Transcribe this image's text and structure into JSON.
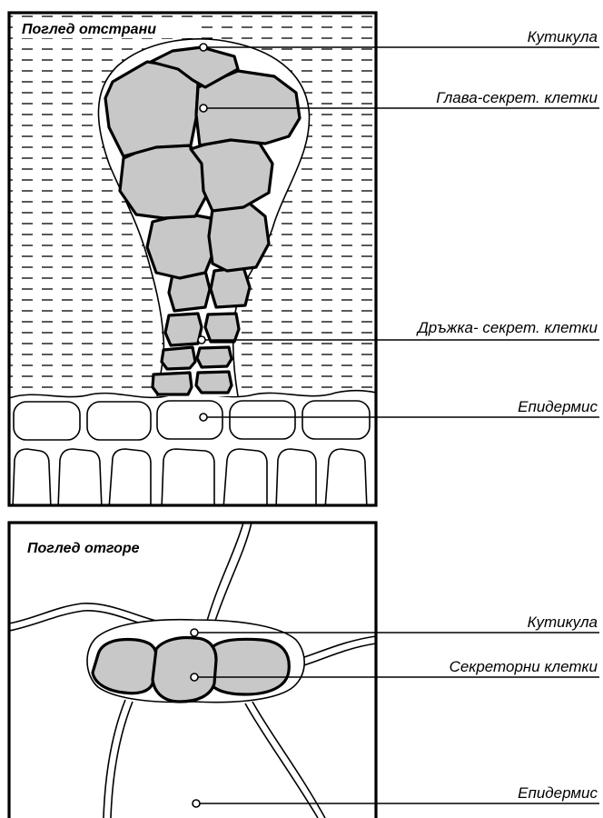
{
  "side_view": {
    "title": "Поглед отстрани",
    "labels": {
      "cuticle": "Кутикула",
      "head_cells": "Глава-секрет. клетки",
      "stalk_cells": "Дръжка- секрет. клетки",
      "epidermis": "Епидермис"
    }
  },
  "top_view": {
    "title": "Поглед отгоре",
    "labels": {
      "cuticle": "Кутикула",
      "secretory_cells": "Секреторни клетки",
      "epidermis": "Епидермис"
    }
  },
  "colors": {
    "cell_fill": "#c8c8c8",
    "outline": "#000000",
    "background": "#ffffff"
  }
}
